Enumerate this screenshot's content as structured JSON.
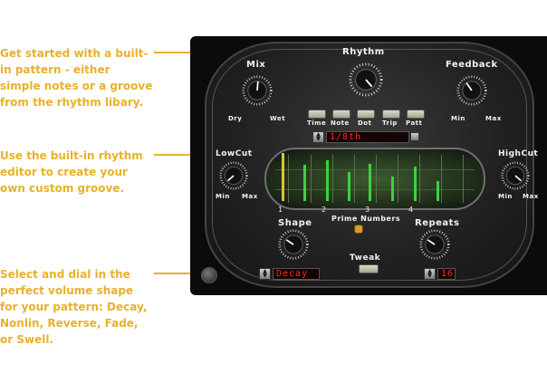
{
  "callouts": [
    {
      "text": "Get started with a built-in pattern - either simple notes or a groove from the rhythm libary."
    },
    {
      "text": "Use the built-in rhythm editor to create your own custom groove."
    },
    {
      "text": "Select and dial in the perfect volume shape for your pattern: Decay, Nonlin, Reverse, Fade, or Swell."
    }
  ],
  "plugin": {
    "rhythm": {
      "label": "Rhythm"
    },
    "mix": {
      "label": "Mix",
      "min": "Dry",
      "max": "Wet"
    },
    "feedback": {
      "label": "Feedback",
      "min": "Min",
      "max": "Max"
    },
    "rhythm_buttons": [
      "Time",
      "Note",
      "Dot",
      "Trip",
      "Patt"
    ],
    "rhythm_value": "1/8th",
    "lowcut": {
      "label": "LowCut",
      "min": "Min",
      "max": "Max"
    },
    "highcut": {
      "label": "HighCut",
      "min": "Min",
      "max": "Max"
    },
    "beats": [
      "1",
      "2",
      "3",
      "4"
    ],
    "prime_numbers": "Prime Numbers",
    "shape": {
      "label": "Shape",
      "value": "Decay"
    },
    "tweak": {
      "label": "Tweak"
    },
    "repeats": {
      "label": "Repeats",
      "value": "16"
    },
    "colors": {
      "accent": "#e8b12a",
      "display_text": "#ff2a1f",
      "editor_bar": "#3dd23d",
      "editor_first_bar": "#d9c43a"
    }
  }
}
